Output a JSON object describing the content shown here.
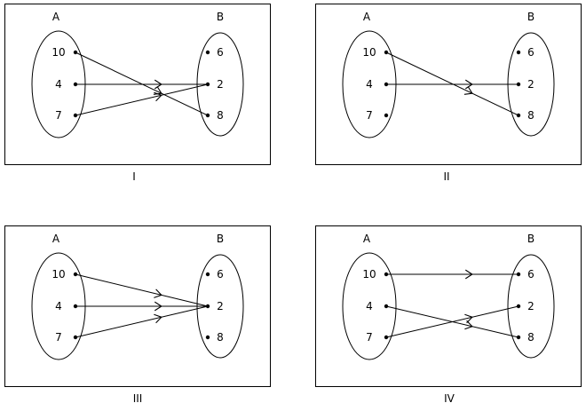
{
  "set_labels": {
    "a": "A",
    "b": "B"
  },
  "set_a": [
    "10",
    "4",
    "7"
  ],
  "set_b": [
    "6",
    "2",
    "8"
  ],
  "diagrams": [
    {
      "label": "I",
      "arrows": [
        [
          "10",
          "8"
        ],
        [
          "4",
          "2"
        ],
        [
          "7",
          "2"
        ]
      ]
    },
    {
      "label": "II",
      "arrows": [
        [
          "10",
          "8"
        ],
        [
          "4",
          "2"
        ]
      ]
    },
    {
      "label": "III",
      "arrows": [
        [
          "10",
          "2"
        ],
        [
          "4",
          "2"
        ],
        [
          "7",
          "2"
        ]
      ]
    },
    {
      "label": "IV",
      "arrows": [
        [
          "10",
          "6"
        ],
        [
          "4",
          "8"
        ],
        [
          "7",
          "2"
        ]
      ]
    }
  ]
}
